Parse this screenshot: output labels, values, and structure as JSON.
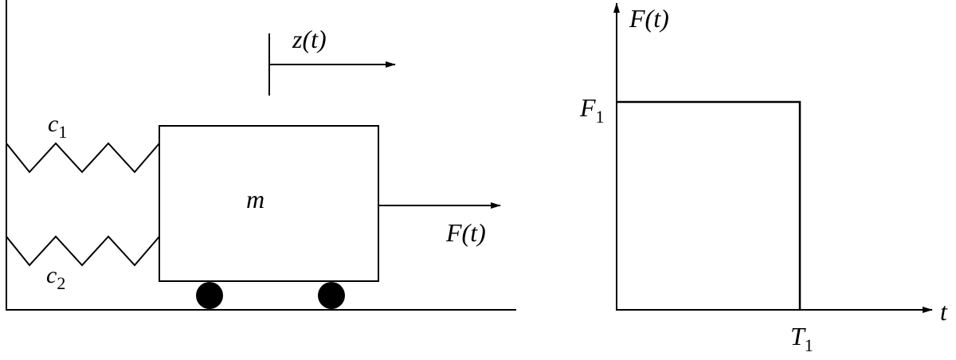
{
  "labels": {
    "displacement": "z(t)",
    "force_arrow": "F(t)",
    "mass": "m",
    "spring_top": "c",
    "spring_top_sub": "1",
    "spring_bottom": "c",
    "spring_bottom_sub": "2",
    "graph_y_axis": "F(t)",
    "graph_x_axis": "t",
    "force_level": "F",
    "force_level_sub": "1",
    "duration": "T",
    "duration_sub": "1"
  },
  "colors": {
    "ink": "#000000",
    "background": "#ffffff"
  }
}
